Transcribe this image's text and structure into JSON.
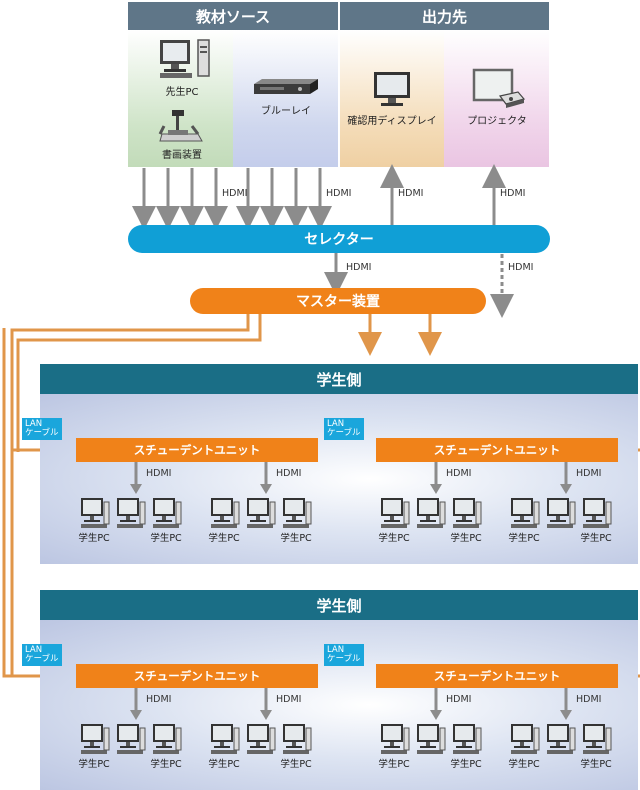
{
  "header": {
    "sources_title": "教材ソース",
    "outputs_title": "出力先"
  },
  "sources": {
    "teacher_pc": "先生PC",
    "document_camera": "書画装置",
    "bluray": "ブルーレイ"
  },
  "outputs": {
    "monitor": "確認用ディスプレイ",
    "projector": "プロジェクタ"
  },
  "connections": {
    "hdmi": "HDMI",
    "lan_line1": "LAN",
    "lan_line2": "ケーブル"
  },
  "selector_label": "セレクター",
  "master_label": "マスター装置",
  "student_sections": [
    {
      "title": "学生側",
      "units": [
        "スチューデントユニット",
        "スチューデントユニット"
      ]
    },
    {
      "title": "学生側",
      "units": [
        "スチューデントユニット",
        "スチューデントユニット"
      ]
    }
  ],
  "student_pc_label": "学生PC",
  "colors": {
    "header": "#5f7688",
    "selector": "#109fd6",
    "master": "#f08219",
    "student_header": "#1a6e86",
    "lan_badge": "#1aa6dc",
    "arrow_gray": "#8c8c8c",
    "arrow_orange": "#e0964a"
  }
}
